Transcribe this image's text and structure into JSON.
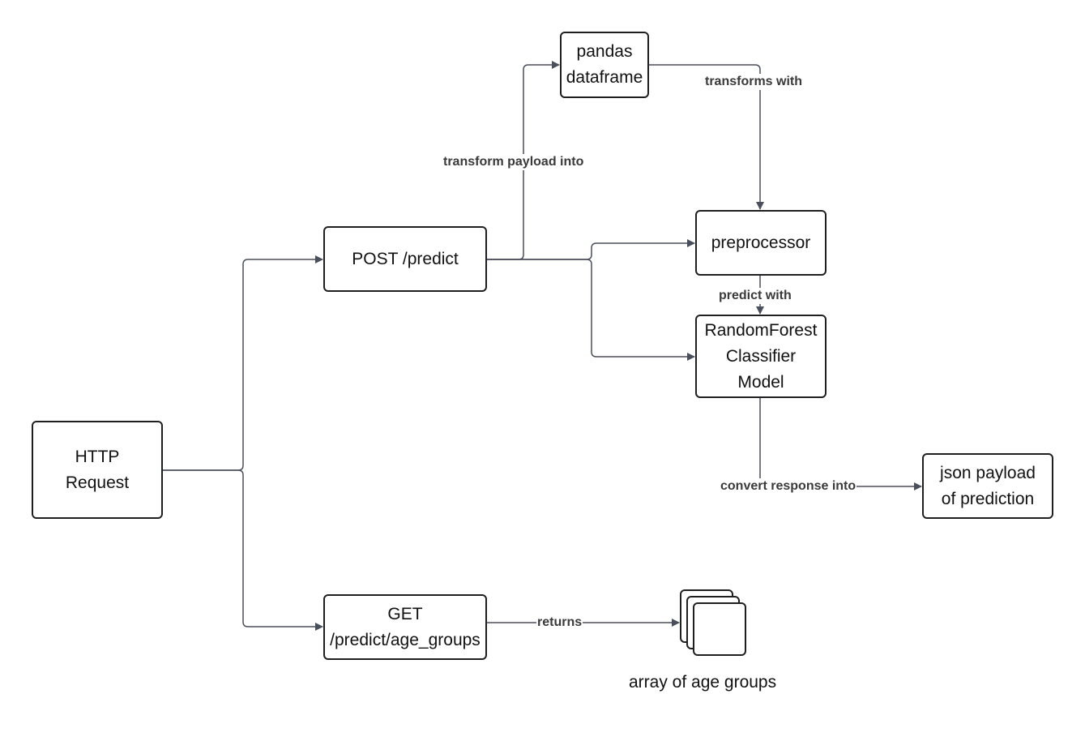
{
  "nodes": {
    "http_request": "HTTP\nRequest",
    "post_predict": "POST /predict",
    "get_age_groups": "GET\n/predict/age_groups",
    "pandas_dataframe": "pandas\ndataframe",
    "preprocessor": "preprocessor",
    "random_forest": "RandomForest\nClassifier\nModel",
    "json_payload": "json payload\nof prediction"
  },
  "edge_labels": {
    "transform_payload": "transform payload into",
    "transforms_with": "transforms with",
    "predict_with": "predict with",
    "convert_response": "convert response into",
    "returns": "returns"
  },
  "captions": {
    "array_of_age_groups": "array of age groups"
  },
  "colors": {
    "line": "#4a4f5c",
    "border": "#1f1f1f",
    "label": "#3a3a3a"
  }
}
